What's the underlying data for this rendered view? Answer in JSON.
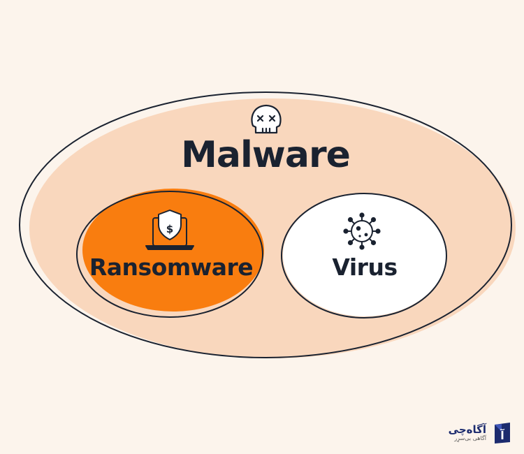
{
  "diagram": {
    "outer": {
      "label": "Malware",
      "icon": "skull-icon"
    },
    "children": [
      {
        "id": "ransomware",
        "label": "Ransomware",
        "icon": "laptop-shield-dollar-icon"
      },
      {
        "id": "virus",
        "label": "Virus",
        "icon": "virus-icon"
      }
    ]
  },
  "colors": {
    "background": "#fcf4ec",
    "outer_fill": "#f9d7bd",
    "ransomware_fill": "#f97d0f",
    "virus_fill": "#ffffff",
    "outline": "#1a2230"
  },
  "watermark": {
    "name": "آگاه‌چی",
    "tagline": "آگاهی بی‌سرِر",
    "badge_letter": "آ",
    "badge_color": "#1c2b6e"
  }
}
